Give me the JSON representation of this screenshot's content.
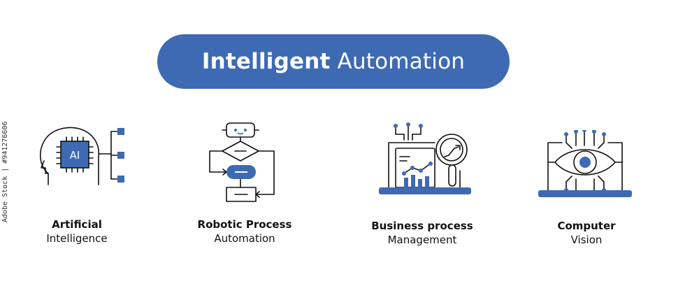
{
  "title": {
    "bold": "Intelligent",
    "light": "Automation"
  },
  "colors": {
    "accent": "#3d6ab3",
    "stroke": "#111111"
  },
  "items": [
    {
      "line1": "Artificial",
      "line2": "Intelligence",
      "icon": "ai-head-icon",
      "chip_text": "AI"
    },
    {
      "line1": "Robotic Process",
      "line2": "Automation",
      "icon": "robot-flowchart-icon"
    },
    {
      "line1": "Business process",
      "line2": "Management",
      "icon": "laptop-analytics-icon"
    },
    {
      "line1": "Computer",
      "line2": "Vision",
      "icon": "laptop-eye-icon"
    }
  ],
  "side_id": "Adobe Stock | #941276606"
}
